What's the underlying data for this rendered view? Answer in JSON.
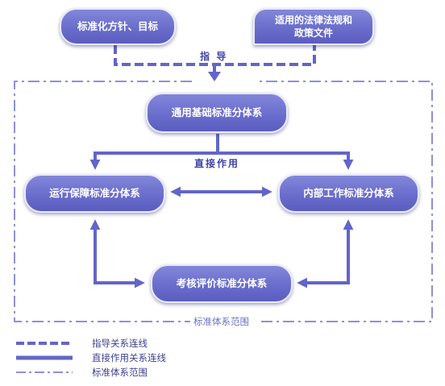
{
  "colors": {
    "node": "#6a6dcb",
    "connector": "#6265c9",
    "scope_line": "#8d91d6",
    "text_accent": "#3f43a8"
  },
  "nodes": {
    "policy": "标准化方针、目标",
    "law_line1": "适用的法律法规和",
    "law_line2": "政策文件",
    "general": "通用基础标准分体系",
    "operation": "运行保障标准分体系",
    "internal": "内部工作标准分体系",
    "evaluation": "考核评价标准分体系"
  },
  "labels": {
    "guide": "指  导",
    "direct": "直接作用",
    "scope": "标准体系范围"
  },
  "legend": {
    "guide_link": "指导关系连线",
    "direct_link": "直接作用关系连线",
    "scope_line": "标准体系范围"
  }
}
